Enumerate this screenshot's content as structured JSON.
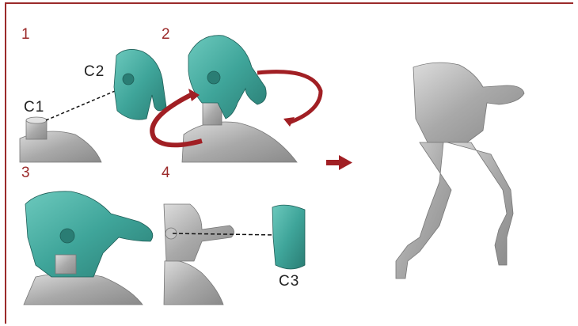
{
  "steps": [
    {
      "number": "1"
    },
    {
      "number": "2"
    },
    {
      "number": "3"
    },
    {
      "number": "4"
    }
  ],
  "labels": {
    "c1": "C1",
    "c2": "C2",
    "c3": "C3"
  },
  "colors": {
    "accent": "#9b2a2a",
    "teal_part": "#3fa59a",
    "grey_part": "#b8b8b8",
    "arrow": "#a11f24"
  },
  "icons": [
    "right-arrow-icon",
    "rotate-arrow-icon"
  ]
}
